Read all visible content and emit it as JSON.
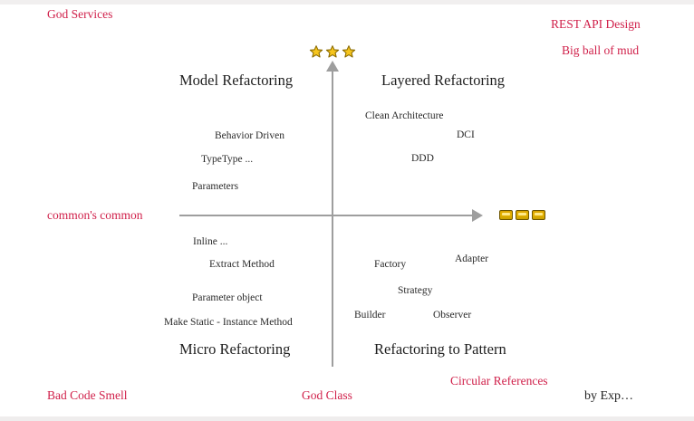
{
  "palette": {
    "accent_red": "#d0204a",
    "text_black": "#1f1f1f",
    "axis_gray": "#9e9e9e",
    "star_fill": "#f6c51d",
    "star_stroke": "#8a6a00",
    "bar_fill": "#e3ac00",
    "bar_border": "#6e5600",
    "bar_stripe": "#ffe98a"
  },
  "corners": {
    "top_left": "God Services",
    "top_right_line1": "REST API Design",
    "top_right_line2": "Big ball of mud",
    "middle_left": "common's common",
    "bottom_left": "Bad Code Smell",
    "bottom_center": "God Class",
    "bottom_right": "Circular References"
  },
  "attribution": "by Exp…",
  "quadrants": {
    "top_left": {
      "title": "Model Refactoring",
      "items": [
        "Behavior Driven",
        "TypeType ...",
        "Parameters"
      ]
    },
    "top_right": {
      "title": "Layered Refactoring",
      "items": [
        "Clean Architecture",
        "DCI",
        "DDD"
      ]
    },
    "bottom_left": {
      "title": "Micro Refactoring",
      "items": [
        "Inline ...",
        "Extract Method",
        "Parameter object",
        "Make Static - Instance Method"
      ]
    },
    "bottom_right": {
      "title": "Refactoring to Pattern",
      "items": [
        "Factory",
        "Adapter",
        "Strategy",
        "Builder",
        "Observer"
      ]
    }
  },
  "icons": {
    "star_rating_count": 3,
    "gold_bar_count": 3
  }
}
